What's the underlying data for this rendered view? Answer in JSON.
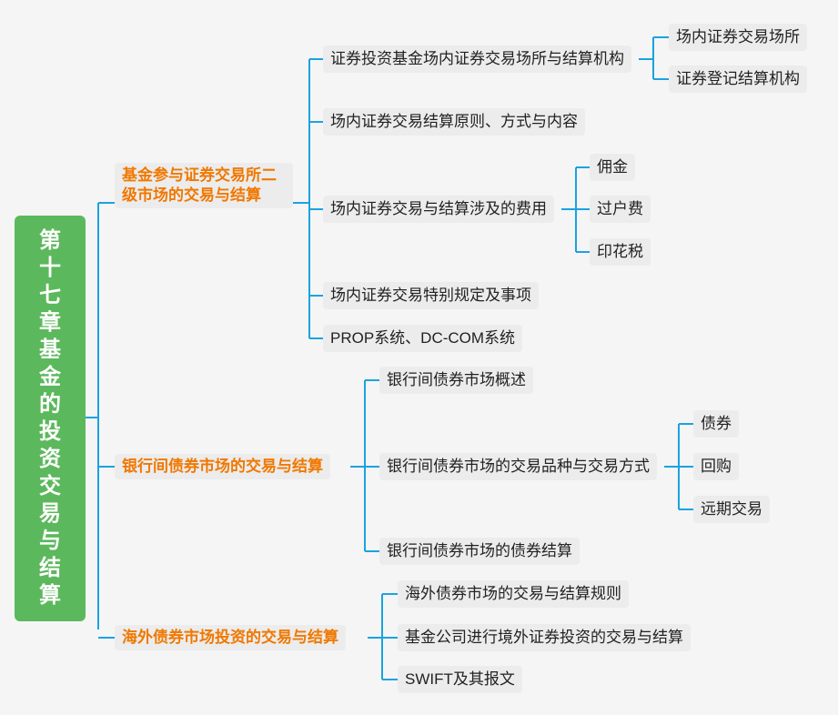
{
  "root": {
    "label": "第十七章基金的投资交易与结算"
  },
  "branches": [
    {
      "label": "基金参与证券交易所二级市场的交易与结算",
      "children": [
        {
          "label": "证券投资基金场内证券交易场所与结算机构",
          "children": [
            "场内证券交易场所",
            "证券登记结算机构"
          ]
        },
        {
          "label": "场内证券交易结算原则、方式与内容"
        },
        {
          "label": "场内证券交易与结算涉及的费用",
          "children": [
            "佣金",
            "过户费",
            "印花税"
          ]
        },
        {
          "label": "场内证券交易特别规定及事项"
        },
        {
          "label": "PROP系统、DC-COM系统"
        }
      ]
    },
    {
      "label": "银行间债券市场的交易与结算",
      "children": [
        {
          "label": "银行间债券市场概述"
        },
        {
          "label": "银行间债券市场的交易品种与交易方式",
          "children": [
            "债券",
            "回购",
            "远期交易"
          ]
        },
        {
          "label": "银行间债券市场的债券结算"
        }
      ]
    },
    {
      "label": "海外债券市场投资的交易与结算",
      "children": [
        {
          "label": "海外债券市场的交易与结算规则"
        },
        {
          "label": "基金公司进行境外证券投资的交易与结算"
        },
        {
          "label": "SWIFT及其报文"
        }
      ]
    }
  ],
  "colors": {
    "root": "#5cb85c",
    "branch_text": "#f07800",
    "connector": "#1aa3e0",
    "node_bg": "#ececec"
  }
}
